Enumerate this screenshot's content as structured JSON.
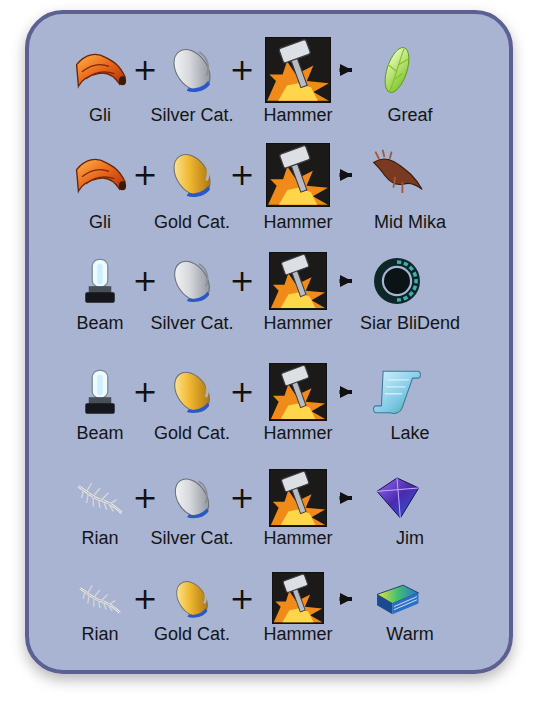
{
  "diagram": {
    "nodes": [
      {
        "text": [
          "Gli"
        ]
      },
      {
        "text": [
          "Silver Cat."
        ]
      },
      {
        "text": [
          "Hammer"
        ]
      },
      {
        "text": [
          "Greaf"
        ]
      },
      {
        "text": [
          "Gli"
        ]
      },
      {
        "text": [
          "Gold Cat."
        ]
      },
      {
        "text": [
          "Hammer"
        ]
      },
      {
        "text": [
          "Mid Mika"
        ]
      },
      {
        "text": [
          "Beam"
        ]
      },
      {
        "text": [
          "Silver Cat."
        ]
      },
      {
        "text": [
          "Hammer"
        ]
      },
      {
        "text": [
          "Siar BliDend"
        ]
      },
      {
        "text": [
          "Beam"
        ]
      },
      {
        "text": [
          "Gold Cat."
        ]
      },
      {
        "text": [
          "Hammer"
        ]
      },
      {
        "text": [
          "Lake"
        ]
      },
      {
        "text": [
          "Rian"
        ]
      },
      {
        "text": [
          "Silver Cat."
        ]
      },
      {
        "text": [
          "Hammer"
        ]
      },
      {
        "text": [
          "Jim"
        ]
      },
      {
        "text": [
          "Rian"
        ]
      },
      {
        "text": [
          "Gold Cat."
        ]
      },
      {
        "text": [
          "Hammer"
        ]
      },
      {
        "text": [
          "Warm"
        ]
      }
    ],
    "edges": [
      {
        "from": 2,
        "to": 3,
        "arrow": "to"
      },
      {
        "from": 6,
        "to": 7,
        "arrow": "to"
      },
      {
        "from": 10,
        "to": 11,
        "arrow": "to"
      },
      {
        "from": 14,
        "to": 15,
        "arrow": "to"
      },
      {
        "from": 18,
        "to": 19,
        "arrow": "to"
      },
      {
        "from": 22,
        "to": 23,
        "arrow": "to"
      }
    ],
    "labels": [
      "+",
      "+",
      "+",
      "+",
      "+",
      "+",
      "+",
      "+",
      "+",
      "+",
      "+",
      "+"
    ]
  }
}
